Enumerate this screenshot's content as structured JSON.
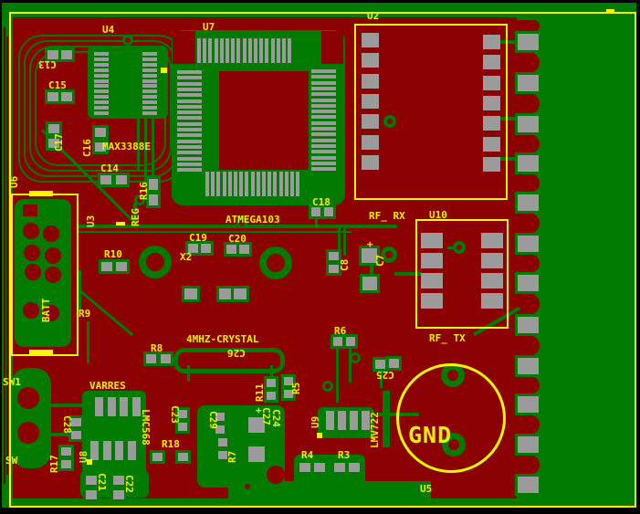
{
  "view": {
    "title": "PCB layout editor canvas",
    "description": "2-layer PCB artwork: dark red board, green copper, gray pads, yellow silkscreen"
  },
  "colors": {
    "background": "#000000",
    "copper_plane": "#007b00",
    "board": "#8b0000",
    "pad": "#9b9b9b",
    "silkscreen": "#f0f000",
    "outline": "#f8f800"
  },
  "labels": {
    "u2": "U2",
    "u3": "U3",
    "u4": "U4",
    "u5": "U5",
    "u6": "U6",
    "u7": "U7",
    "u8": "U8",
    "u9": "U9",
    "u10": "U10",
    "c7": "C7",
    "c8": "C8",
    "c13": "C13",
    "c14": "C14",
    "c15": "C15",
    "c16": "C16",
    "c17": "C17",
    "c18": "C18",
    "c19": "C19",
    "c20": "C20",
    "c21": "C21",
    "c22": "C22",
    "c23": "C23",
    "c24": "C24",
    "c25": "C25",
    "c26": "C26",
    "c27": "C27",
    "c28": "C28",
    "c29": "C29",
    "r3": "R3",
    "r4": "R4",
    "r5": "R5",
    "r6": "R6",
    "r7": "R7",
    "r8": "R8",
    "r9": "R9",
    "r10": "R10",
    "r11": "R11",
    "r16": "R16",
    "r17": "R17",
    "r18": "R18",
    "reg": "REG",
    "x2": "X2",
    "max3388e": "MAX3388E",
    "atmega103": "ATMEGA103",
    "crystal_4mhz": "4MHZ-CRYSTAL",
    "varres": "VARRES",
    "lmc568": "LMC568",
    "lmv722": "LMV722",
    "rf_rx": "RF_ RX",
    "rf_tx": "RF_ TX",
    "gnd": "GND",
    "batt": "BATT",
    "sw1": "SW1",
    "sw": "SW",
    "plus_c7": "+",
    "plus_c27": "+"
  }
}
